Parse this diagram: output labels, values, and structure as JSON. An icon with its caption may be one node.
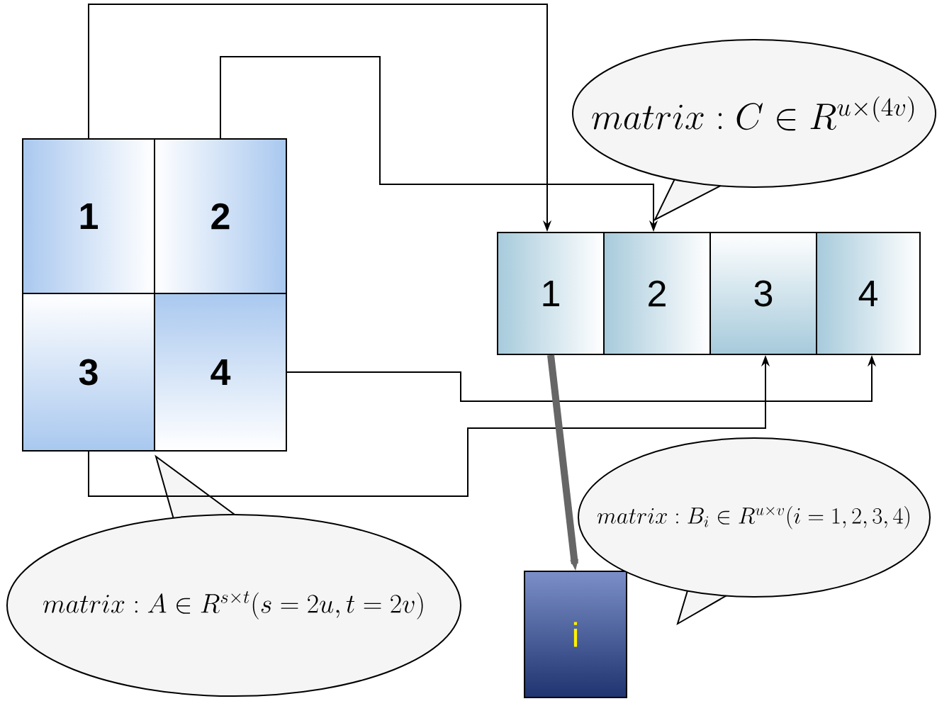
{
  "diagram": {
    "nodes": [
      {
        "text": [
          "1"
        ]
      },
      {
        "text": [
          "2"
        ]
      },
      {
        "text": [
          "3"
        ]
      },
      {
        "text": [
          "4"
        ]
      },
      {
        "text": [
          "1"
        ]
      },
      {
        "text": [
          "2"
        ]
      },
      {
        "text": [
          "3"
        ]
      },
      {
        "text": [
          "4"
        ]
      },
      {
        "text": [
          "i"
        ]
      },
      {
        "text": [
          "matrix : C \\in R^{u\\times (4v)}"
        ]
      },
      {
        "text": [
          "matrix : A \\in R^{s\\times t}(s=2u,t=2v)"
        ]
      },
      {
        "text": [
          "matrix : B_i \\in R^{u\\times v}(i=1,2,3,4)"
        ]
      }
    ],
    "edges": [
      {
        "from": 0,
        "to": 4,
        "arrow": "to"
      },
      {
        "from": 1,
        "to": 5,
        "arrow": "to"
      },
      {
        "from": 2,
        "to": 6,
        "arrow": "to"
      },
      {
        "from": 3,
        "to": 7,
        "arrow": "to"
      },
      {
        "from": 4,
        "to": 8,
        "arrow": "to",
        "style": "thick",
        "color": "#666666"
      }
    ]
  }
}
